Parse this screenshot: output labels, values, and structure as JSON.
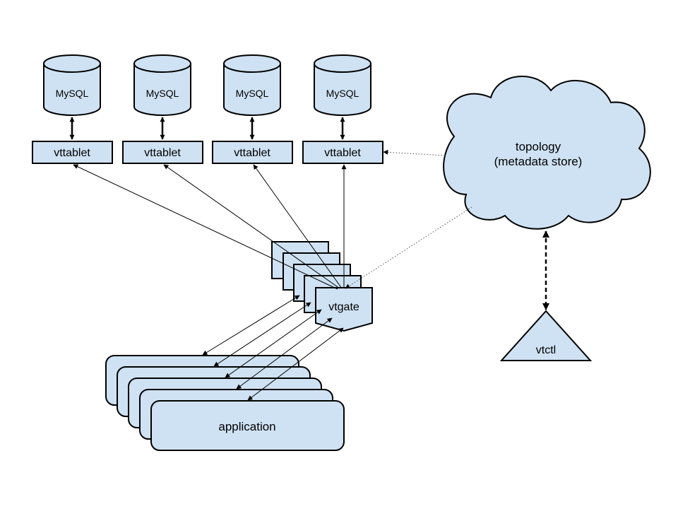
{
  "mysql_label": "MySQL",
  "vttablet_label": "vttablet",
  "topology": {
    "line1": "topology",
    "line2": "(metadata store)"
  },
  "vtgate_label": "vtgate",
  "application_label": "application",
  "vtctl_label": "vtctl",
  "colors": {
    "fill": "#cfe2f3",
    "stroke": "#000000"
  }
}
